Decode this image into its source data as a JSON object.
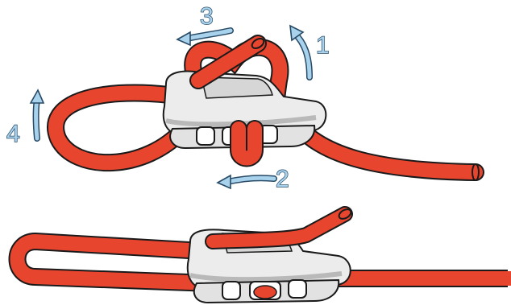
{
  "steps": {
    "one": "1",
    "two": "2",
    "three": "3",
    "four": "4"
  },
  "colors": {
    "rope": "#e8452f",
    "rope_outline": "#1a1a1a",
    "cleat_body": "#ececec",
    "cleat_shade": "#b9b9b9",
    "arrow": "#a9d2ec",
    "arrow_outline": "#274a66"
  }
}
